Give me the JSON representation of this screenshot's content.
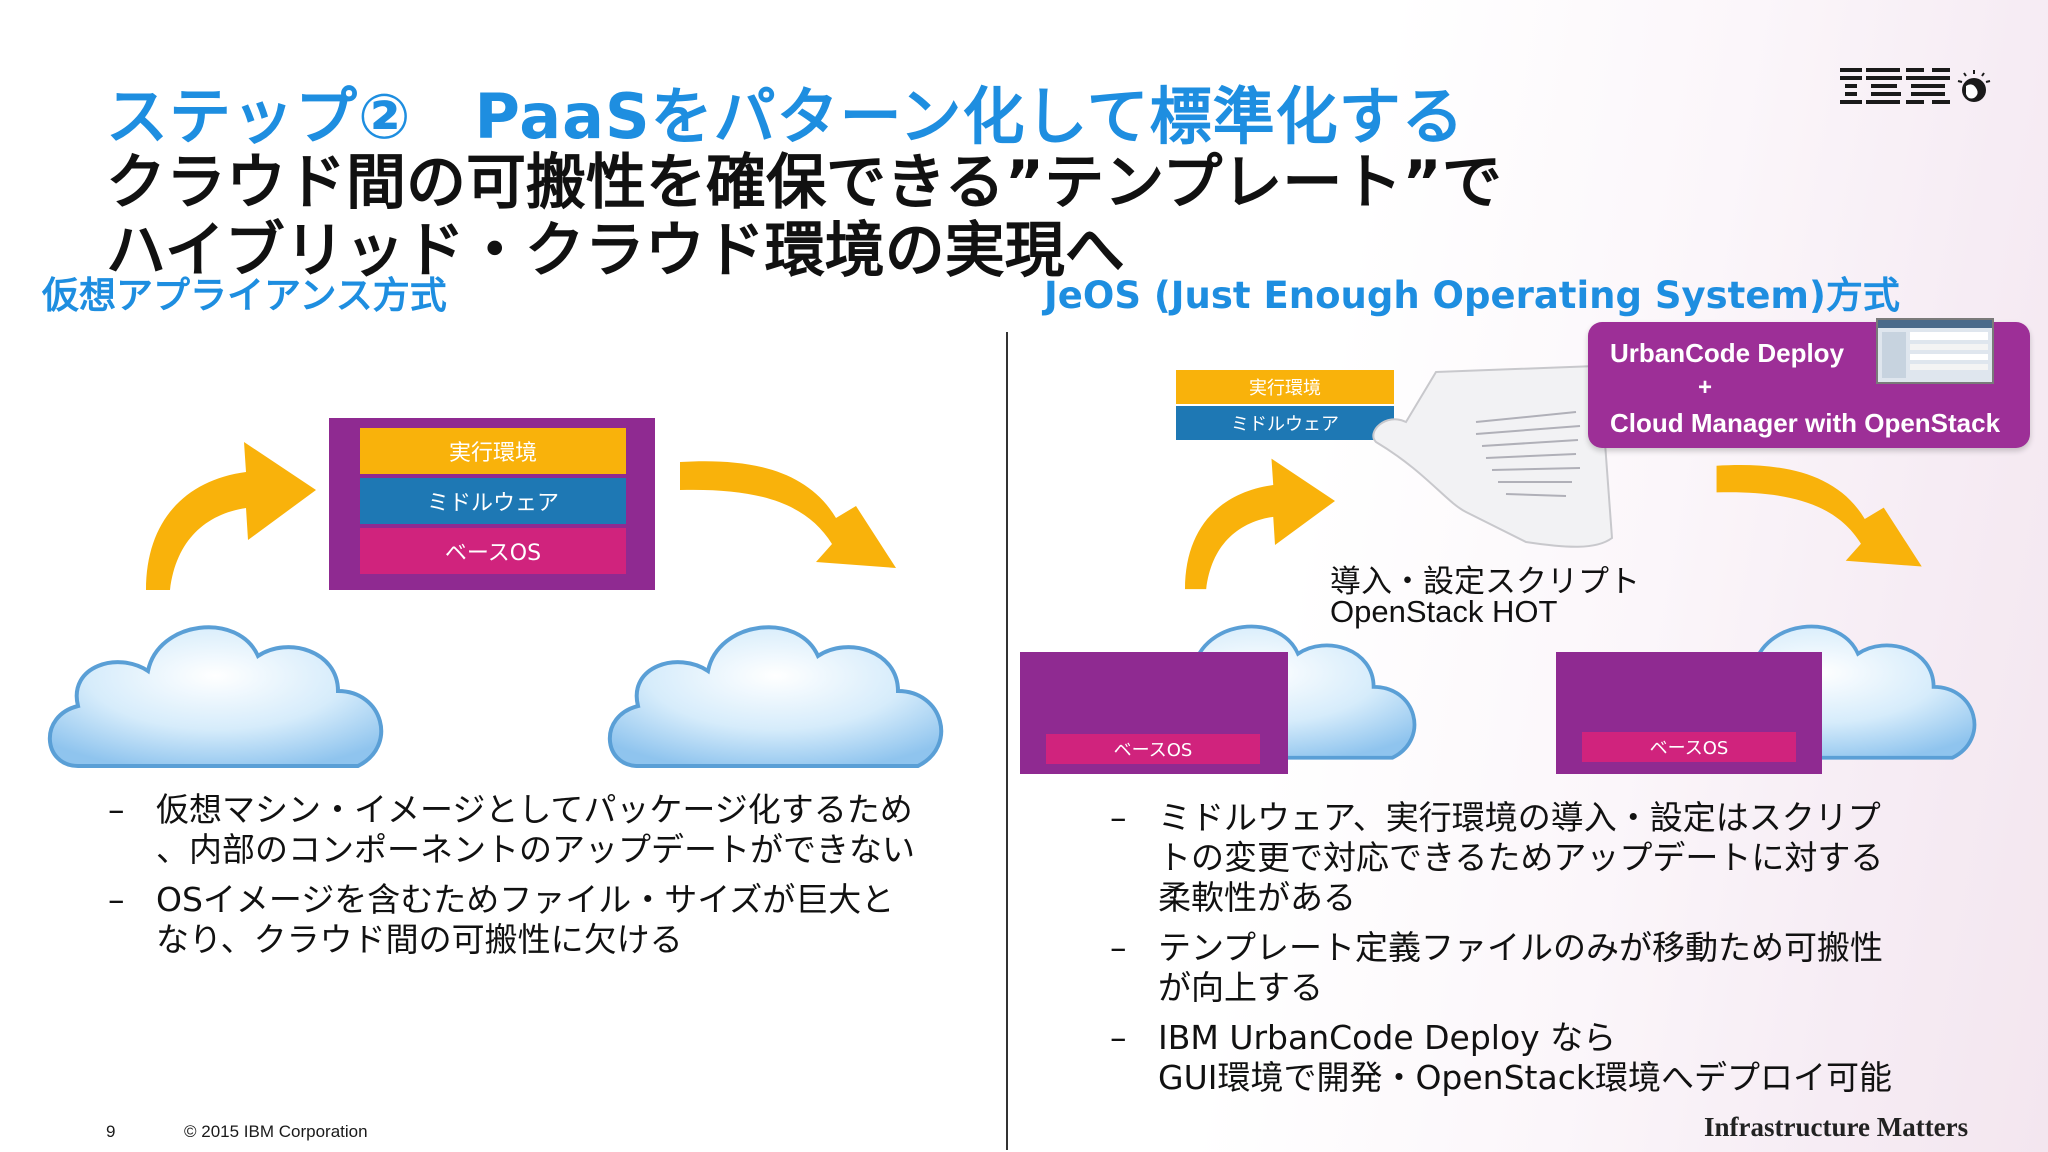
{
  "title": {
    "line1": "ステップ②　PaaSをパターン化して標準化する",
    "line2": "クラウド間の可搬性を確保できる”テンプレート”で",
    "line3": "ハイブリッド・クラウド環境の実現へ"
  },
  "brand": {
    "logo": "IBM",
    "tagline": "Infrastructure Matters"
  },
  "left": {
    "heading": "仮想アプライアンス方式",
    "stack": {
      "layer1": "実行環境",
      "layer2": "ミドルウェア",
      "layer3": "ベースOS"
    },
    "bullets": [
      "仮想マシン・イメージとしてパッケージ化するため\n、内部のコンポーネントのアップデートができない",
      "OSイメージを含むためファイル・サイズが巨大と\nなり、クラウド間の可搬性に欠ける"
    ]
  },
  "right": {
    "heading": "JeOS (Just Enough Operating System)方式",
    "stack": {
      "layer1": "実行環境",
      "layer2": "ミドルウェア"
    },
    "os_label_left": "ベースOS",
    "os_label_right": "ベースOS",
    "callout": {
      "line1": "UrbanCode Deploy",
      "plus": "+",
      "line2": "Cloud Manager with OpenStack"
    },
    "script_caption": {
      "line1": "導入・設定スクリプト",
      "line2": "OpenStack HOT"
    },
    "bullets": [
      "ミドルウェア、実行環境の導入・設定はスクリプ\nトの変更で対応できるためアップデートに対する\n柔軟性がある",
      "テンプレート定義ファイルのみが移動ため可搬性\nが向上する",
      "IBM UrbanCode Deploy なら\nGUI環境で開発・OpenStack環境へデプロイ可能"
    ]
  },
  "footer": {
    "page_number": "9",
    "copyright": "© 2015 IBM Corporation"
  },
  "colors": {
    "title_blue": "#1e8ee0",
    "purple": "#8f2a91",
    "yellow": "#f9b20b",
    "blue": "#1e78b4",
    "pink": "#d0237d",
    "arrow": "#f9b20b"
  },
  "icons": {
    "bullet_marker": "–",
    "arrow": "curved-arrow-icon",
    "cloud": "cloud-icon",
    "document": "document-scroll-icon",
    "globe": "globe-icon"
  }
}
